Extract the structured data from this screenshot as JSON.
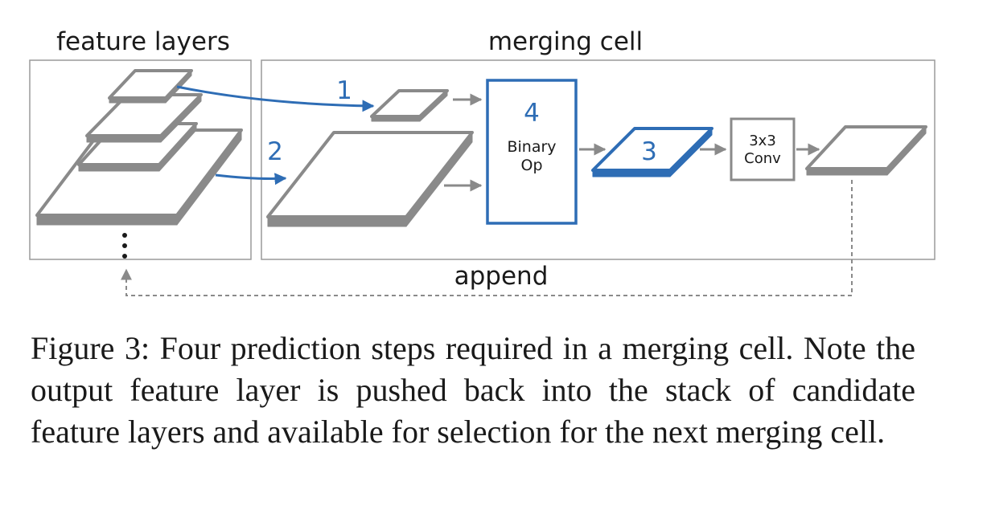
{
  "diagram": {
    "labels": {
      "feature_layers": "feature layers",
      "merging_cell": "merging cell",
      "append": "append"
    },
    "steps": {
      "step1": "1",
      "step2": "2",
      "step3": "3",
      "step4": "4"
    },
    "binary_op": {
      "line1": "Binary",
      "line2": "Op"
    },
    "conv": {
      "line1": "3x3",
      "line2": "Conv"
    },
    "colors": {
      "gray": "#8a8a8a",
      "blue": "#2e6db5",
      "frame": "#9a9a9a",
      "text": "#1a1a1a"
    }
  },
  "caption": {
    "text": "Figure 3: Four prediction steps required in a merging cell. Note the output feature layer is pushed back into the stack of candidate feature layers and available for selection for the next merging cell."
  }
}
